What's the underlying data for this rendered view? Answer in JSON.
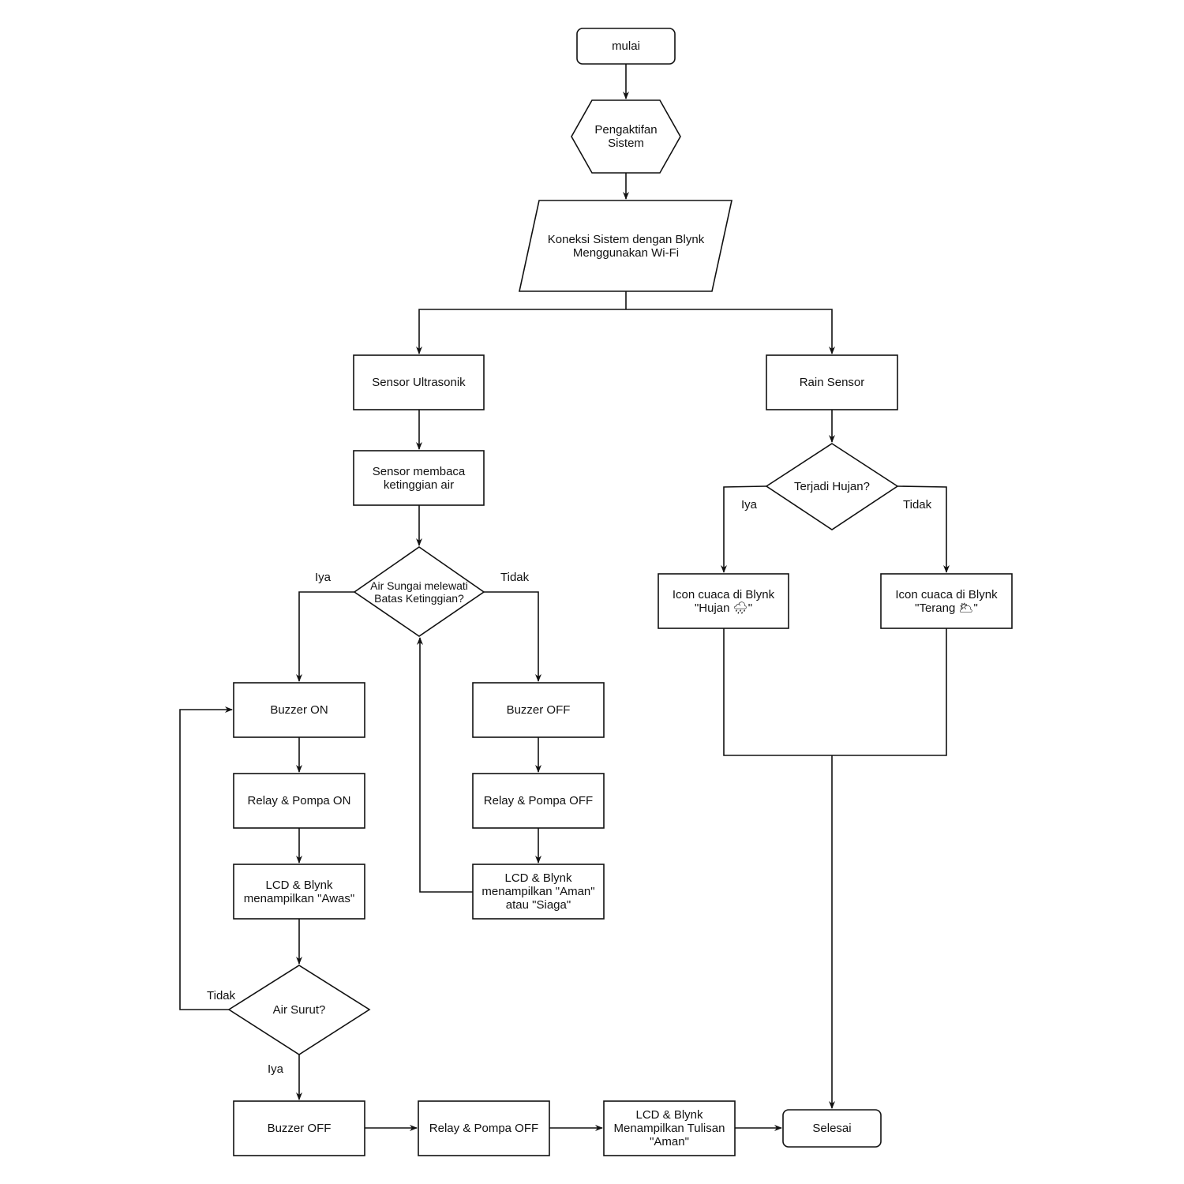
{
  "nodes": {
    "mulai": "mulai",
    "pengaktifan": "Pengaktifan\nSistem",
    "koneksi": "Koneksi Sistem dengan Blynk\nMenggunakan Wi-Fi",
    "sensor_ultrasonik": "Sensor Ultrasonik",
    "rain_sensor": "Rain Sensor",
    "sensor_membaca": "Sensor membaca\nketinggian air",
    "terjadi_hujan": "Terjadi Hujan?",
    "air_sungai": "Air Sungai melewati\nBatas Ketinggian?",
    "icon_hujan": "Icon cuaca di Blynk\n\"Hujan 🌧\"",
    "icon_terang": "Icon cuaca di Blynk\n\"Terang 🌥\"",
    "buzzer_on": "Buzzer ON",
    "relay_on": "Relay & Pompa ON",
    "lcd_awas": "LCD & Blynk\nmenampilkan \"Awas\"",
    "buzzer_off_right": "Buzzer OFF",
    "relay_off_right": "Relay & Pompa OFF",
    "lcd_aman_siaga": "LCD & Blynk\nmenampilkan \"Aman\"\natau \"Siaga\"",
    "air_surut": "Air Surut?",
    "buzzer_off_bottom": "Buzzer OFF",
    "relay_off_bottom": "Relay & Pompa OFF",
    "lcd_aman": "LCD & Blynk\nMenampilkan Tulisan\n\"Aman\"",
    "selesai": "Selesai"
  },
  "edge_labels": {
    "hujan_iya": "Iya",
    "hujan_tidak": "Tidak",
    "sungai_iya": "Iya",
    "sungai_tidak": "Tidak",
    "surut_tidak": "Tidak",
    "surut_iya": "Iya"
  }
}
